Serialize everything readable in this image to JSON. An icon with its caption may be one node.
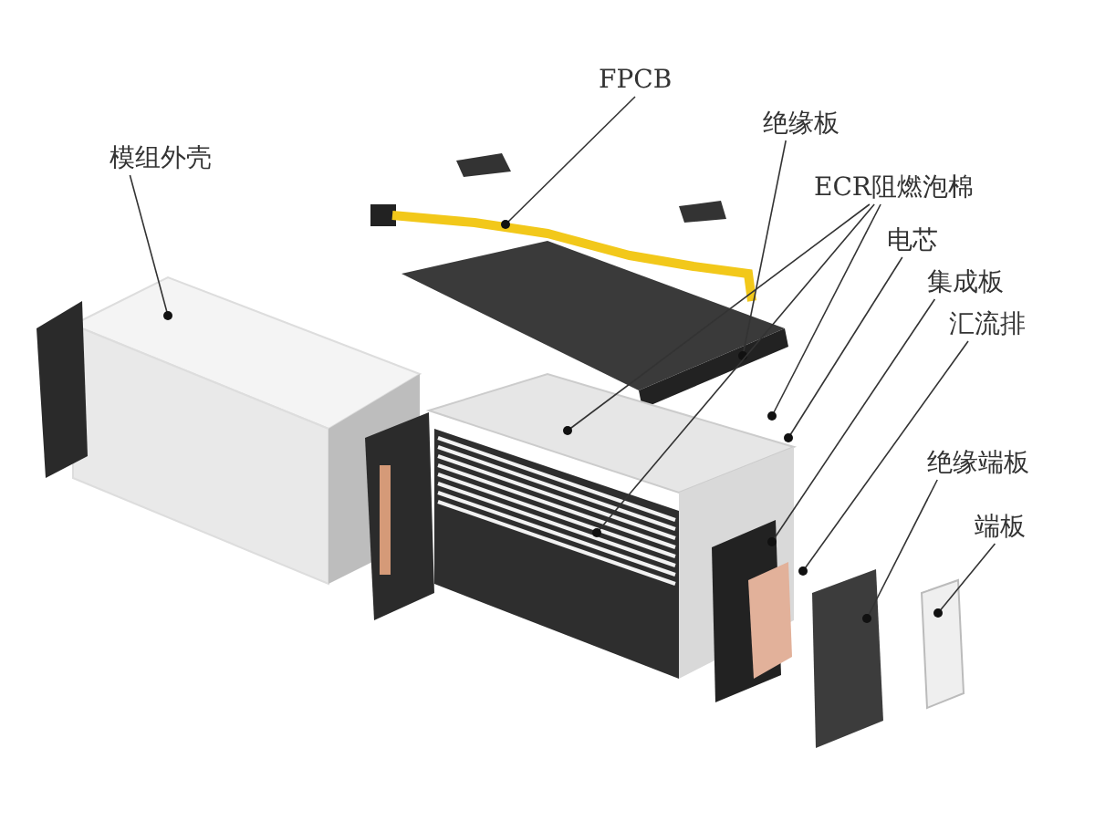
{
  "diagram": {
    "nodes": [
      {
        "text": [
          "模组外壳"
        ]
      },
      {
        "text": [
          "FPCB"
        ]
      },
      {
        "text": [
          "绝缘板"
        ]
      },
      {
        "text": [
          "ECR阻燃泡棉"
        ]
      },
      {
        "text": [
          "电芯"
        ]
      },
      {
        "text": [
          "集成板"
        ]
      },
      {
        "text": [
          "汇流排"
        ]
      },
      {
        "text": [
          "绝缘端板"
        ]
      },
      {
        "text": [
          "端板"
        ]
      }
    ],
    "edges": [
      {
        "from": 0,
        "to": null,
        "arrow": "other"
      },
      {
        "from": 1,
        "to": null,
        "arrow": "other"
      },
      {
        "from": 2,
        "to": null,
        "arrow": "other"
      },
      {
        "from": 3,
        "to": null,
        "arrow": "other"
      },
      {
        "from": 3,
        "to": null,
        "arrow": "other"
      },
      {
        "from": 3,
        "to": null,
        "arrow": "other"
      },
      {
        "from": 4,
        "to": null,
        "arrow": "other"
      },
      {
        "from": 5,
        "to": null,
        "arrow": "other"
      },
      {
        "from": 6,
        "to": null,
        "arrow": "other"
      },
      {
        "from": 7,
        "to": null,
        "arrow": "other"
      },
      {
        "from": 8,
        "to": null,
        "arrow": "other"
      }
    ]
  }
}
